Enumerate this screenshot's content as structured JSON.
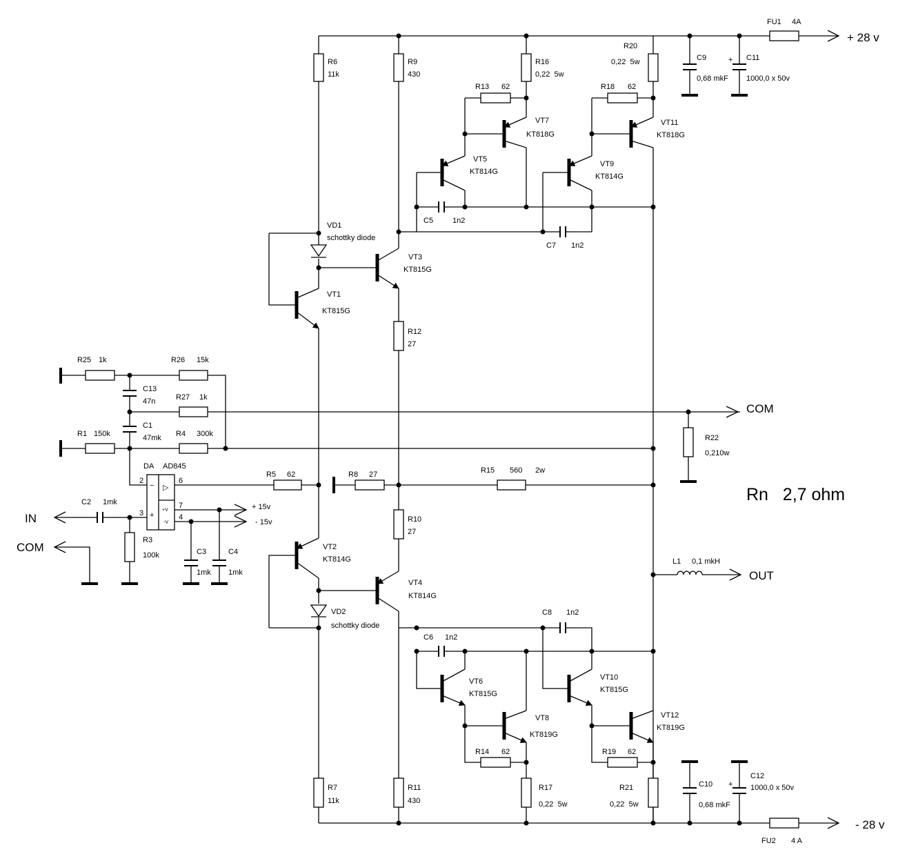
{
  "rails": {
    "pos": "+ 28 v",
    "neg": "- 28 v",
    "p15": "+ 15v",
    "m15": "- 15v"
  },
  "ports": {
    "in": "IN",
    "com_left": "COM",
    "com_right": "COM",
    "out": "OUT"
  },
  "load": "Rn   2,7 ohm",
  "fuses": {
    "fu1": "FU1",
    "fu1_val": "4A",
    "fu2": "FU2",
    "fu2_val": "4 A"
  },
  "opamp": {
    "ref": "DA",
    "part": "AD845",
    "pin2": "2",
    "pin3": "3",
    "pin4": "4",
    "pin6": "6",
    "pin7": "7",
    "minus": "−",
    "plus": "+",
    "vp": "+V",
    "vm": "-V",
    "arrow": "▷"
  },
  "res": {
    "r1": "R1",
    "r1v": "150k",
    "r3": "R3",
    "r3v": "100k",
    "r4": "R4",
    "r4v": "300k",
    "r5": "R5",
    "r5v": "62",
    "r6": "R6",
    "r6v": "11k",
    "r7": "R7",
    "r7v": "11k",
    "r8": "R8",
    "r8v": "27",
    "r9": "R9",
    "r9v": "430",
    "r10": "R10",
    "r10v": "27",
    "r11": "R11",
    "r11v": "430",
    "r12": "R12",
    "r12v": "27",
    "r13": "R13",
    "r13v": "62",
    "r14": "R14",
    "r14v": "62",
    "r15": "R15",
    "r15v": "560",
    "r15p": "2w",
    "r16": "R16",
    "r16v": "0,22  5w",
    "r17": "R17",
    "r17v": "0,22  5w",
    "r18": "R18",
    "r18v": "62",
    "r19": "R19",
    "r19v": "62",
    "r20": "R20",
    "r20v": "0,22  5w",
    "r21": "R21",
    "r21v": "0,22  5w",
    "r22": "R22",
    "r22v": "0,210w",
    "r25": "R25",
    "r25v": "1k",
    "r26": "R26",
    "r26v": "15k",
    "r27": "R27",
    "r27v": "1k"
  },
  "caps": {
    "c1": "C1",
    "c1v": "47mk",
    "c2": "C2",
    "c2v": "1mk",
    "c3": "C3",
    "c3v": "1mk",
    "c4": "C4",
    "c4v": "1mk",
    "c5": "C5",
    "c5v": "1n2",
    "c6": "C6",
    "c6v": "1n2",
    "c7": "C7",
    "c7v": "1n2",
    "c8": "C8",
    "c8v": "1n2",
    "c9": "C9",
    "c9v": "0,68 mkF",
    "c10": "C10",
    "c10v": "0,68 mkF",
    "c11": "C11",
    "c11v": "1000,0 x 50v",
    "c12": "C12",
    "c12v": "1000,0 x 50v",
    "c13": "C13",
    "c13v": "47n",
    "plus": "+"
  },
  "inductor": {
    "ref": "L1",
    "val": "0,1 mkH"
  },
  "diodes": {
    "vd1": "VD1",
    "vd1t": "schottky diode",
    "vd2": "VD2",
    "vd2t": "schottky diode"
  },
  "trans": {
    "vt1": "VT1",
    "vt1p": "KT815G",
    "vt2": "VT2",
    "vt2p": "KT814G",
    "vt3": "VT3",
    "vt3p": "KT815G",
    "vt4": "VT4",
    "vt4p": "KT814G",
    "vt5": "VT5",
    "vt5p": "KT814G",
    "vt6": "VT6",
    "vt6p": "KT815G",
    "vt7": "VT7",
    "vt7p": "KT818G",
    "vt8": "VT8",
    "vt8p": "KT819G",
    "vt9": "VT9",
    "vt9p": "KT814G",
    "vt10": "VT10",
    "vt10p": "KT815G",
    "vt11": "VT11",
    "vt11p": "KT818G",
    "vt12": "VT12",
    "vt12p": "KT819G"
  }
}
